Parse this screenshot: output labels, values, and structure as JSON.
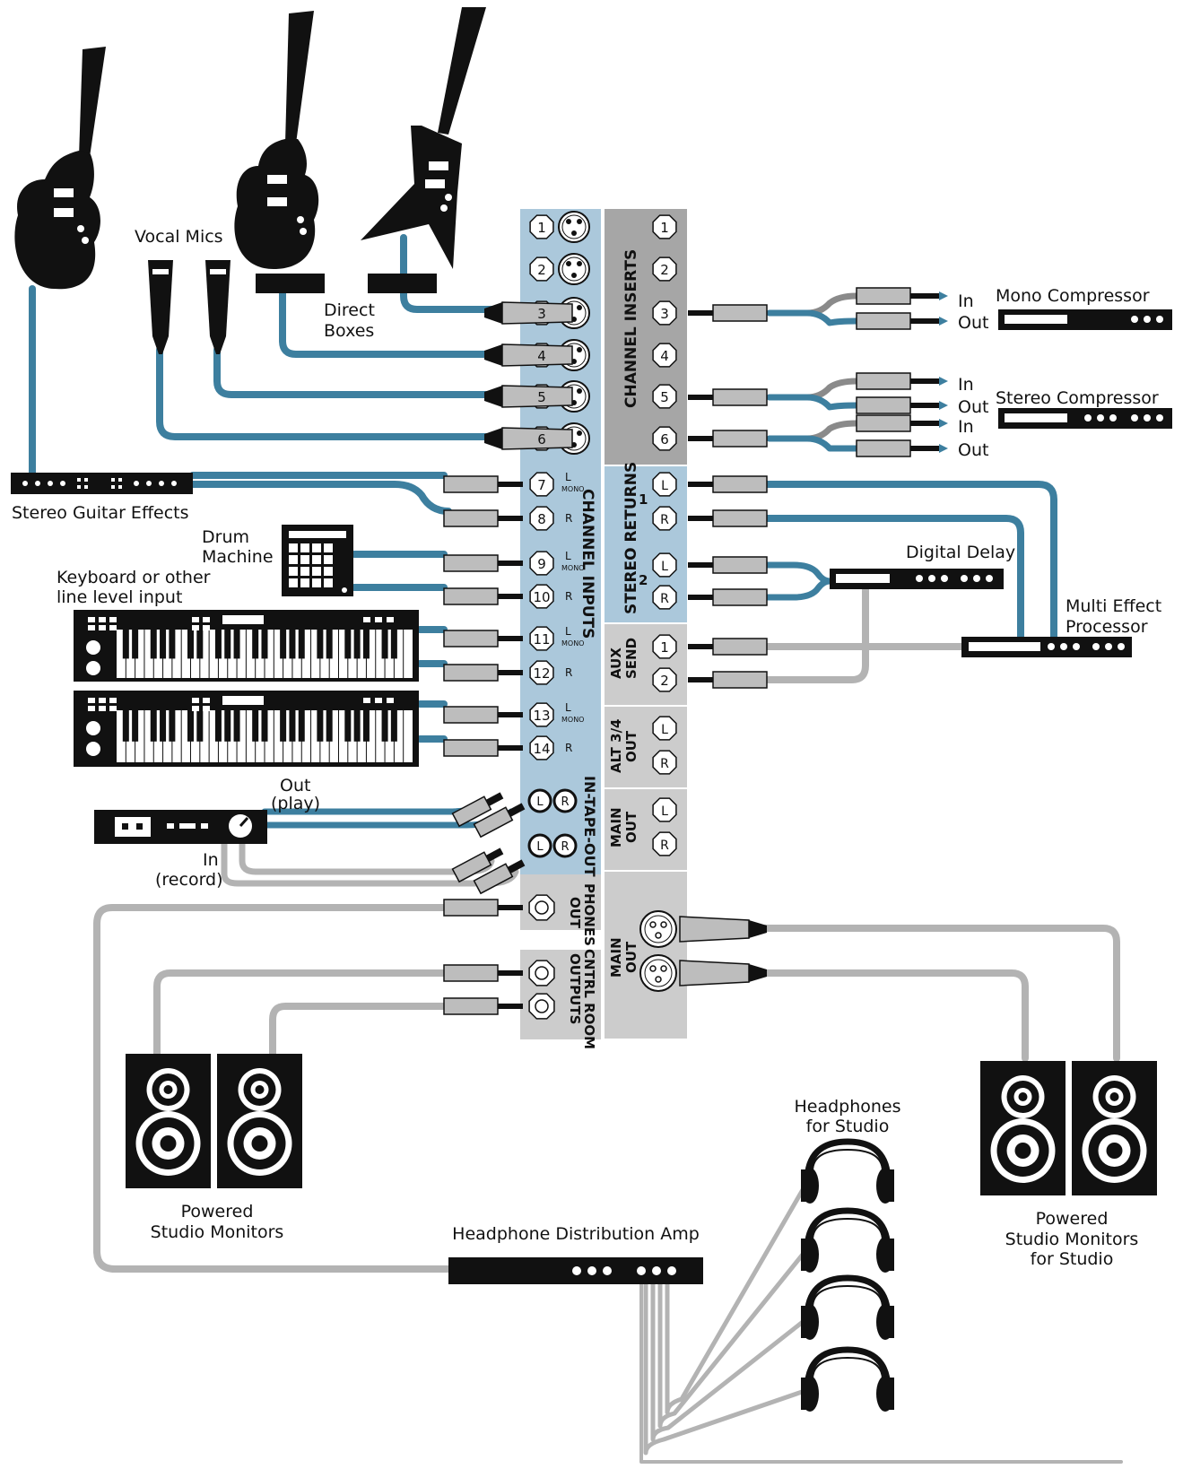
{
  "colors": {
    "blue_cable": "#3d7f9f",
    "gray_cable": "#b3b3b3",
    "panel_blue": "#abc8db",
    "panel_gray": "#cccccc",
    "panel_dark": "#a6a6a6",
    "device": "#111111"
  },
  "labels": {
    "vocal_mics": "Vocal Mics",
    "direct": "Direct",
    "boxes": "Boxes",
    "stereo_guitar_effects": "Stereo Guitar Effects",
    "drum": "Drum",
    "machine": "Machine",
    "keyboard_1": "Keyboard or other",
    "keyboard_2": "line level input",
    "tape_out": "Out",
    "tape_play": "(play)",
    "tape_in": "In",
    "tape_record": "(record)",
    "mono_compressor": "Mono Compressor",
    "stereo_compressor": "Stereo Compressor",
    "in": "In",
    "out": "Out",
    "digital_delay": "Digital Delay",
    "multi_effect_1": "Multi Effect",
    "multi_effect_2": "Processor",
    "powered_1": "Powered",
    "studio_monitors": "Studio Monitors",
    "powered_2": "Powered",
    "studio_monitors_2": "Studio Monitors",
    "for_studio": "for Studio",
    "headphones": "Headphones",
    "headphones_for": "for Studio",
    "hp_amp": "Headphone Distribution Amp"
  },
  "panel": {
    "channel_inputs": "CHANNEL INPUTS",
    "channel_inserts": "CHANNEL INSERTS",
    "stereo_returns": "STEREO RETURNS",
    "aux_send_1": "AUX",
    "aux_send_2": "SEND",
    "alt_1": "ALT 3/4",
    "alt_2": "OUT",
    "main_out_1": "MAIN",
    "main_out_2": "OUT",
    "in_tape_out": "IN-TAPE-OUT",
    "phones_1": "PHONES",
    "phones_2": "OUT",
    "ctrl_1": "CNTRL ROOM",
    "ctrl_2": "OUTPUTS",
    "xlr_main_1": "MAIN",
    "xlr_main_2": "OUT",
    "mono": "MONO",
    "L": "L",
    "R": "R",
    "return_1": "1",
    "return_2": "2"
  },
  "channels": [
    "1",
    "2",
    "3",
    "4",
    "5",
    "6",
    "7",
    "8",
    "9",
    "10",
    "11",
    "12",
    "13",
    "14"
  ],
  "inserts": [
    "1",
    "2",
    "3",
    "4",
    "5",
    "6"
  ],
  "aux": [
    "1",
    "2"
  ]
}
